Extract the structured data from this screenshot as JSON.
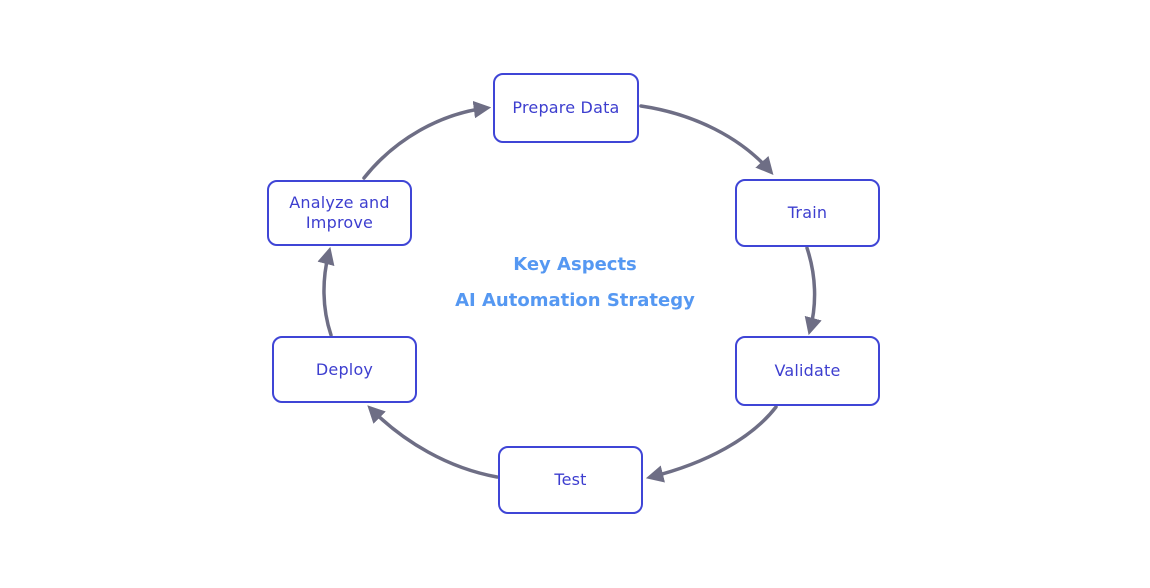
{
  "diagram": {
    "type": "cycle",
    "center": {
      "line1": "Key Aspects",
      "line2": "AI Automation Strategy"
    },
    "nodes": [
      {
        "id": "prepare-data",
        "label": "Prepare Data"
      },
      {
        "id": "train",
        "label": "Train"
      },
      {
        "id": "validate",
        "label": "Validate"
      },
      {
        "id": "test",
        "label": "Test"
      },
      {
        "id": "deploy",
        "label": "Deploy"
      },
      {
        "id": "analyze-improve",
        "label": "Analyze and Improve"
      }
    ],
    "edges": [
      {
        "from": "prepare-data",
        "to": "train"
      },
      {
        "from": "train",
        "to": "validate"
      },
      {
        "from": "validate",
        "to": "test"
      },
      {
        "from": "test",
        "to": "deploy"
      },
      {
        "from": "deploy",
        "to": "analyze-improve"
      },
      {
        "from": "analyze-improve",
        "to": "prepare-data"
      }
    ]
  },
  "colors": {
    "background": "#ffffff",
    "box-border": "#3f45d6",
    "box-text": "#3d3ecf",
    "center-text": "#5598f2",
    "arrow": "#6e6e85"
  }
}
